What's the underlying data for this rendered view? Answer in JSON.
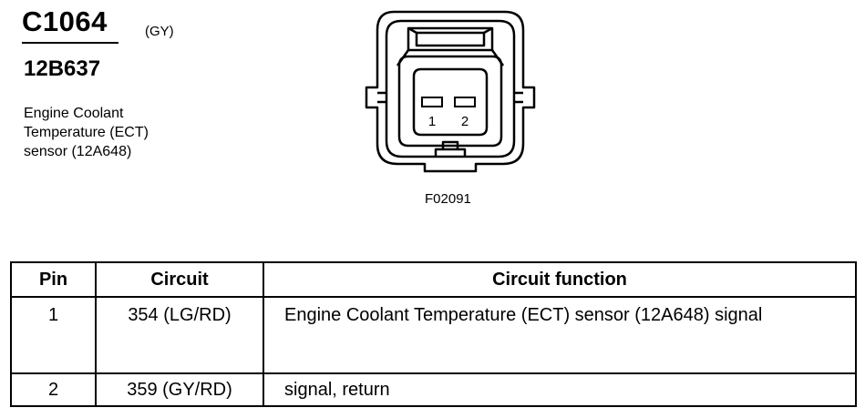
{
  "header": {
    "connector_id": "C1064",
    "color_code": "(GY)",
    "part_number": "12B637",
    "description_lines": [
      "Engine Coolant",
      "Temperature (ECT)",
      "sensor (12A648)"
    ]
  },
  "diagram": {
    "pin_labels": [
      "1",
      "2"
    ],
    "figure_number": "F02091"
  },
  "table": {
    "headers": {
      "pin": "Pin",
      "circuit": "Circuit",
      "function": "Circuit function"
    },
    "rows": [
      {
        "pin": "1",
        "circuit": "354 (LG/RD)",
        "function": "Engine Coolant Temperature (ECT) sensor (12A648) signal"
      },
      {
        "pin": "2",
        "circuit": "359 (GY/RD)",
        "function": "signal, return"
      }
    ]
  }
}
